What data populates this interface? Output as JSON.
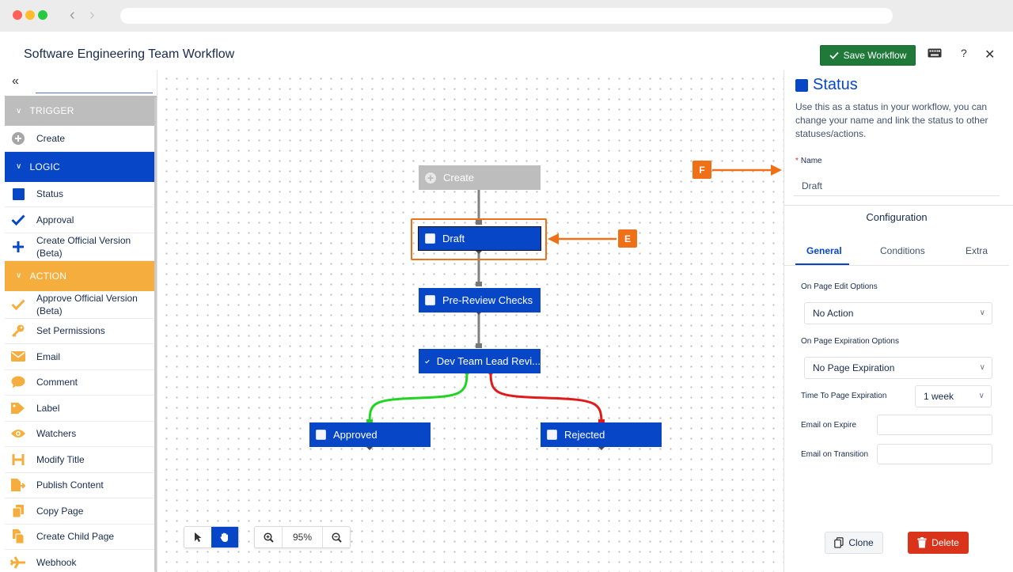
{
  "app": {
    "title": "Software Engineering Team Workflow"
  },
  "header": {
    "save_label": "Save Workflow",
    "help_icon": "?",
    "close_icon": "✕"
  },
  "sidebar": {
    "search_placeholder": "",
    "sections": [
      {
        "label": "TRIGGER",
        "color": "#bdbdbd"
      },
      {
        "label": "LOGIC",
        "color": "#0747c7"
      },
      {
        "label": "ACTION",
        "color": "#f5ae3e"
      }
    ],
    "trigger_items": [
      {
        "label": "Create",
        "icon": "plus-circle-icon"
      }
    ],
    "logic_items": [
      {
        "label": "Status",
        "icon": "square-icon"
      },
      {
        "label": "Approval",
        "icon": "check-icon"
      },
      {
        "label": "Create Official Version (Beta)",
        "icon": "plus-icon"
      }
    ],
    "action_items": [
      {
        "label": "Approve Official Version (Beta)",
        "icon": "check-icon"
      },
      {
        "label": "Set Permissions",
        "icon": "key-icon"
      },
      {
        "label": "Email",
        "icon": "envelope-icon"
      },
      {
        "label": "Comment",
        "icon": "speech-bubble-icon"
      },
      {
        "label": "Label",
        "icon": "tag-icon"
      },
      {
        "label": "Watchers",
        "icon": "eye-icon"
      },
      {
        "label": "Modify Title",
        "icon": "heading-icon"
      },
      {
        "label": "Publish Content",
        "icon": "file-export-icon"
      },
      {
        "label": "Copy Page",
        "icon": "copy-icon"
      },
      {
        "label": "Create Child Page",
        "icon": "sitemap-icon"
      },
      {
        "label": "Webhook",
        "icon": "plane-icon"
      }
    ]
  },
  "canvas": {
    "nodes": {
      "create": "Create",
      "draft": "Draft",
      "pre_review": "Pre-Review Checks",
      "dev_lead": "Dev Team Lead Revi...",
      "approved": "Approved",
      "rejected": "Rejected"
    },
    "callouts": {
      "e": "E",
      "f": "F"
    },
    "zoom": "95%",
    "colors": {
      "approve_edge": "#22d422",
      "reject_edge": "#e01b1b",
      "edge": "#808080",
      "callout": "#f07017"
    }
  },
  "panel": {
    "title": "Status",
    "description": "Use this as a status in your workflow, you can change your name and link the status to other statuses/actions.",
    "name_label": "Name",
    "name_value": "Draft",
    "configuration_label": "Configuration",
    "tabs": [
      "General",
      "Conditions",
      "Extra"
    ],
    "page_edit_label": "On Page Edit Options",
    "page_edit_value": "No Action",
    "expiration_label": "On Page Expiration Options",
    "expiration_value": "No Page Expiration",
    "time_label": "Time To Page Expiration",
    "time_value": "1 week",
    "email_expire_label": "Email on Expire",
    "email_transition_label": "Email on Transition",
    "clone_label": "Clone",
    "delete_label": "Delete"
  }
}
